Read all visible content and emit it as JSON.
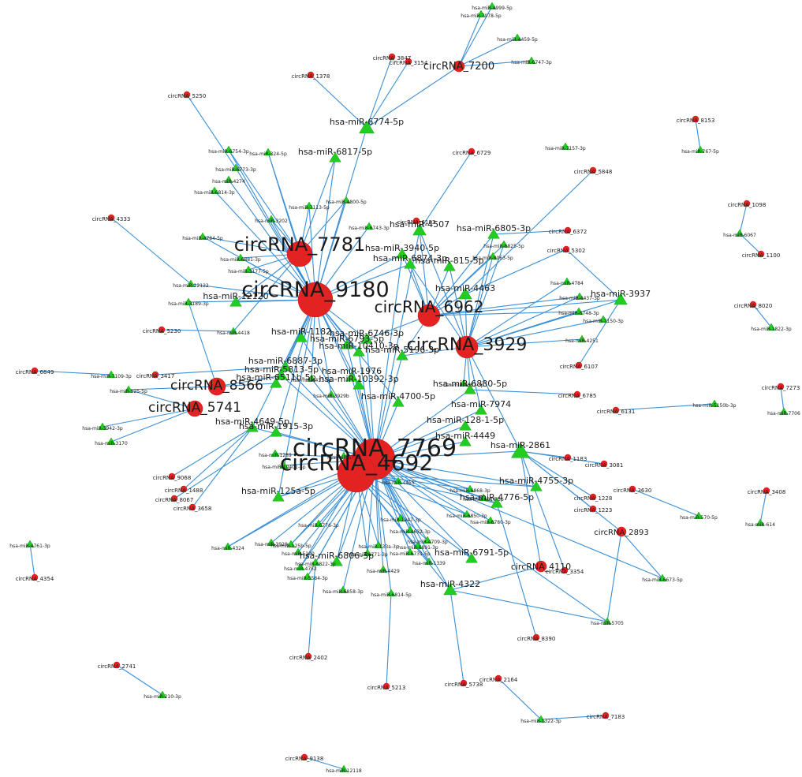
{
  "colors": {
    "edge": "#3a8fd6",
    "circRNA": "#e32222",
    "miRNA": "#22cc22"
  },
  "nodes": {
    "c9180": {
      "label": "circRNA_9180",
      "type": "circRNA",
      "hub": true
    },
    "c7769": {
      "label": "circRNA_7769",
      "type": "circRNA",
      "hub": true
    },
    "c4692": {
      "label": "circRNA_4692",
      "type": "circRNA",
      "hub": true
    },
    "c7781": {
      "label": "circRNA_7781",
      "type": "circRNA",
      "hub": true
    },
    "c3929": {
      "label": "circRNA_3929",
      "type": "circRNA",
      "hub": true
    },
    "c6962": {
      "label": "circRNA_6962",
      "type": "circRNA",
      "hub": true
    },
    "c8566": {
      "label": "circRNA_8566",
      "type": "circRNA",
      "hub": true
    },
    "c5741": {
      "label": "circRNA_5741",
      "type": "circRNA",
      "hub": true
    },
    "c7200": {
      "label": "circRNA_7200",
      "type": "circRNA",
      "hub": true
    },
    "c2893": {
      "label": "circRNA_2893",
      "type": "circRNA",
      "hub": true
    },
    "c4110": {
      "label": "circRNA_4110",
      "type": "circRNA",
      "hub": true
    },
    "c3847": {
      "label": "circRNA_3847",
      "type": "circRNA"
    },
    "c3154": {
      "label": "circRNA_3154",
      "type": "circRNA"
    },
    "c1378": {
      "label": "circRNA_1378",
      "type": "circRNA"
    },
    "c5250": {
      "label": "circRNA_5250",
      "type": "circRNA"
    },
    "c4333": {
      "label": "circRNA_4333",
      "type": "circRNA"
    },
    "c6729": {
      "label": "circRNA_6729",
      "type": "circRNA"
    },
    "c5848": {
      "label": "circRNA_5848",
      "type": "circRNA"
    },
    "c6183": {
      "label": "circRNA_6183",
      "type": "circRNA"
    },
    "c6372": {
      "label": "circRNA_6372",
      "type": "circRNA"
    },
    "c5302": {
      "label": "circRNA_5302",
      "type": "circRNA"
    },
    "c5230": {
      "label": "circRNA_5230",
      "type": "circRNA"
    },
    "c3417": {
      "label": "circRNA_3417",
      "type": "circRNA"
    },
    "c6849": {
      "label": "circRNA_6849",
      "type": "circRNA"
    },
    "c6107": {
      "label": "circRNA_6107",
      "type": "circRNA"
    },
    "c6785": {
      "label": "circRNA_6785",
      "type": "circRNA"
    },
    "c6131": {
      "label": "circRNA_6131",
      "type": "circRNA"
    },
    "c1183": {
      "label": "circRNA_1183",
      "type": "circRNA"
    },
    "c3081": {
      "label": "circRNA_3081",
      "type": "circRNA"
    },
    "c9068": {
      "label": "circRNA_9068",
      "type": "circRNA"
    },
    "c1488": {
      "label": "circRNA_1488",
      "type": "circRNA"
    },
    "c8067": {
      "label": "circRNA_8067",
      "type": "circRNA"
    },
    "c3658": {
      "label": "circRNA_3658",
      "type": "circRNA"
    },
    "c1228": {
      "label": "circRNA_1228",
      "type": "circRNA"
    },
    "c1223": {
      "label": "circRNA_1223",
      "type": "circRNA"
    },
    "c3630": {
      "label": "circRNA_3630",
      "type": "circRNA"
    },
    "c3354": {
      "label": "circRNA_3354",
      "type": "circRNA"
    },
    "c8390": {
      "label": "circRNA_8390",
      "type": "circRNA"
    },
    "c2402": {
      "label": "circRNA_2402",
      "type": "circRNA"
    },
    "c5213": {
      "label": "circRNA_5213",
      "type": "circRNA"
    },
    "c5738": {
      "label": "circRNA_5738",
      "type": "circRNA"
    },
    "c2164": {
      "label": "circRNA_2164",
      "type": "circRNA"
    },
    "c7183": {
      "label": "circRNA_7183",
      "type": "circRNA"
    },
    "c8153": {
      "label": "circRNA_8153",
      "type": "circRNA"
    },
    "c1098": {
      "label": "circRNA_1098",
      "type": "circRNA"
    },
    "c1100": {
      "label": "circRNA_1100",
      "type": "circRNA"
    },
    "c8020": {
      "label": "circRNA_8020",
      "type": "circRNA"
    },
    "c7273": {
      "label": "circRNA_7273",
      "type": "circRNA"
    },
    "c3408": {
      "label": "circRNA_3408",
      "type": "circRNA"
    },
    "c4354": {
      "label": "circRNA_4354",
      "type": "circRNA"
    },
    "c2741": {
      "label": "circRNA_2741",
      "type": "circRNA"
    },
    "c9138": {
      "label": "circRNA_9138",
      "type": "circRNA"
    },
    "m6774": {
      "label": "hsa-miR-6774-5p",
      "type": "miRNA",
      "hub": true
    },
    "m4507": {
      "label": "hsa-miR-4507",
      "type": "miRNA",
      "hub": true
    },
    "m4463": {
      "label": "hsa-miR-4463",
      "type": "miRNA",
      "hub": true
    },
    "m3937": {
      "label": "hsa-miR-3937",
      "type": "miRNA",
      "hub": true
    },
    "m6817": {
      "label": "hsa-miR-6817-5p",
      "type": "miRNA",
      "hub": true
    },
    "m3940": {
      "label": "hsa-miR-3940-5p",
      "type": "miRNA",
      "hub": true
    },
    "m815": {
      "label": "hsa-miR-815-5p",
      "type": "miRNA",
      "hub": true
    },
    "m6874": {
      "label": "hsa-miR-6874-3p",
      "type": "miRNA",
      "hub": true
    },
    "m12120": {
      "label": "hsa-miR-12120",
      "type": "miRNA",
      "hub": true
    },
    "m1182": {
      "label": "hsa-miR-1182",
      "type": "miRNA",
      "hub": true
    },
    "m6746": {
      "label": "hsa-miR-6746-3p",
      "type": "miRNA",
      "hub": true
    },
    "m6793": {
      "label": "hsa-miR-6793-5p",
      "type": "miRNA",
      "hub": true
    },
    "m10410": {
      "label": "hsa-miR-10410-3p",
      "type": "miRNA",
      "hub": true
    },
    "m5196": {
      "label": "hsa-miR-5196-3p",
      "type": "miRNA",
      "hub": true
    },
    "m6887": {
      "label": "hsa-miR-6887-3p",
      "type": "miRNA",
      "hub": true
    },
    "m5813": {
      "label": "hsa-miR-5813-5p",
      "type": "miRNA",
      "hub": true
    },
    "m1976": {
      "label": "hsa-miR-1976",
      "type": "miRNA",
      "hub": true
    },
    "m10392": {
      "label": "hsa-miR-10392-3p",
      "type": "miRNA",
      "hub": true
    },
    "m6511": {
      "label": "hsa-miR-6511b-5p",
      "type": "miRNA",
      "hub": true
    },
    "m4700": {
      "label": "hsa-miR-4700-5p",
      "type": "miRNA",
      "hub": true
    },
    "m6880": {
      "label": "hsa-miR-6880-5p",
      "type": "miRNA",
      "hub": true
    },
    "m7974": {
      "label": "hsa-miR-7974",
      "type": "miRNA",
      "hub": true
    },
    "m128": {
      "label": "hsa-miR-128-1-5p",
      "type": "miRNA",
      "hub": true
    },
    "m4649": {
      "label": "hsa-miR-4649-5p",
      "type": "miRNA",
      "hub": true
    },
    "m1915": {
      "label": "hsa-miR-1915-3p",
      "type": "miRNA",
      "hub": true
    },
    "m4449": {
      "label": "hsa-miR-4449",
      "type": "miRNA",
      "hub": true
    },
    "m2861": {
      "label": "hsa-miR-2861",
      "type": "miRNA",
      "hub": true
    },
    "m4755": {
      "label": "hsa-miR-4755-3p",
      "type": "miRNA",
      "hub": true
    },
    "m4776": {
      "label": "hsa-miR-4776-5p",
      "type": "miRNA",
      "hub": true
    },
    "m125a": {
      "label": "hsa-miR-125a-5p",
      "type": "miRNA",
      "hub": true
    },
    "m6806": {
      "label": "hsa-miR-6806-3p",
      "type": "miRNA",
      "hub": true
    },
    "m6791": {
      "label": "hsa-miR-6791-5p",
      "type": "miRNA",
      "hub": true
    },
    "m4322": {
      "label": "hsa-miR-4322",
      "type": "miRNA",
      "hub": true
    },
    "m6805": {
      "label": "hsa-miR-6805-3p",
      "type": "miRNA",
      "hub": true
    },
    "s4999": {
      "label": "hsa-miR-4999-5p",
      "type": "miRNA"
    },
    "s7978": {
      "label": "hsa-miR-7978-5p",
      "type": "miRNA"
    },
    "s4459": {
      "label": "hsa-miR-4459-5p",
      "type": "miRNA"
    },
    "s6747": {
      "label": "hsa-miR-6747-3p",
      "type": "miRNA"
    },
    "s7157": {
      "label": "hsa-miR-7157-3p",
      "type": "miRNA"
    },
    "s767": {
      "label": "hsa-miR-767-5p",
      "type": "miRNA"
    },
    "s6067": {
      "label": "hsa-miR-6067",
      "type": "miRNA"
    },
    "s1822": {
      "label": "hsa-miR-1822-3p",
      "type": "miRNA"
    },
    "s7706": {
      "label": "hsa-miR-7706",
      "type": "miRNA"
    },
    "s614": {
      "label": "hsa-miR-614",
      "type": "miRNA"
    },
    "s4761": {
      "label": "hsa-miR-4761-3p",
      "type": "miRNA"
    },
    "s210": {
      "label": "hsa-miR-210-3p",
      "type": "miRNA"
    },
    "s12118": {
      "label": "hsa-miR-12118",
      "type": "miRNA"
    },
    "s6673": {
      "label": "hsa-miR-6673-5p",
      "type": "miRNA"
    },
    "s570": {
      "label": "hsa-miR-570-5p",
      "type": "miRNA"
    },
    "s5705": {
      "label": "hsa-miR-5705",
      "type": "miRNA"
    },
    "s5150": {
      "label": "hsa-miR-5150b-3p",
      "type": "miRNA"
    },
    "s7109": {
      "label": "hsa-miR-7109-3p",
      "type": "miRNA"
    },
    "s525": {
      "label": "hsa-miR-525-5p",
      "type": "miRNA"
    },
    "s3942": {
      "label": "hsa-miR-3942-3p",
      "type": "miRNA"
    },
    "s3170": {
      "label": "hsa-miR-3170",
      "type": "miRNA"
    },
    "s4324": {
      "label": "hsa-miR-4324",
      "type": "miRNA"
    },
    "s1322": {
      "label": "hsa-miR-1322-3p",
      "type": "miRNA"
    },
    "s6773": {
      "label": "hsa-miR-6773-3p",
      "type": "miRNA"
    },
    "s4274": {
      "label": "hsa-miR-4274",
      "type": "miRNA"
    },
    "s6814": {
      "label": "hsa-miR-6814-3p",
      "type": "miRNA"
    },
    "s4784": {
      "label": "hsa-miR-4784",
      "type": "miRNA"
    },
    "s4437": {
      "label": "hsa-miR-4437-3p",
      "type": "miRNA"
    },
    "s3177": {
      "label": "hsa-miR-3177-5p",
      "type": "miRNA"
    },
    "s12122": {
      "label": "hsa-miR-12122",
      "type": "miRNA"
    },
    "s4418": {
      "label": "hsa-miR-4418",
      "type": "miRNA"
    },
    "s6754": {
      "label": "hsa-miR-6754-3p",
      "type": "miRNA"
    },
    "s324": {
      "label": "hsa-miR-324-5p",
      "type": "miRNA"
    },
    "s4800": {
      "label": "hsa-miR-4800-5p",
      "type": "miRNA"
    },
    "s6743": {
      "label": "hsa-miR-6743-3p",
      "type": "miRNA"
    },
    "s6825": {
      "label": "hsa-miR-6825-5p",
      "type": "miRNA"
    },
    "s8063": {
      "label": "hsa-miR-8063-5p",
      "type": "miRNA"
    },
    "s4784b": {
      "label": "hsa-miR-4784-5p",
      "type": "miRNA"
    },
    "s7113": {
      "label": "hsa-miR-7113-5p",
      "type": "miRNA"
    },
    "s6881": {
      "label": "hsa-miR-6881-3p",
      "type": "miRNA"
    },
    "s3202": {
      "label": "hsa-miR-3202",
      "type": "miRNA"
    },
    "s3189": {
      "label": "hsa-miR-3189-3p",
      "type": "miRNA"
    },
    "s6748": {
      "label": "hsa-miR-6748-3p",
      "type": "miRNA"
    },
    "s7150": {
      "label": "hsa-miR-7150-3p",
      "type": "miRNA"
    },
    "s4251": {
      "label": "hsa-miR-4251",
      "type": "miRNA"
    },
    "s4687": {
      "label": "hsa-miR-4687-3p",
      "type": "miRNA"
    },
    "s6816": {
      "label": "hsa-miR-6816-5p",
      "type": "miRNA"
    },
    "s6780": {
      "label": "hsa-miR-6780-3p",
      "type": "miRNA"
    },
    "s1247": {
      "label": "hsa-miR-1247-3p",
      "type": "miRNA"
    },
    "s6776": {
      "label": "hsa-miR-6776-3p",
      "type": "miRNA"
    },
    "s133": {
      "label": "hsa-miR-133a-3p",
      "type": "miRNA"
    },
    "s1339": {
      "label": "hsa-miR-1339",
      "type": "miRNA"
    },
    "s6771": {
      "label": "hsa-miR-6771-3p",
      "type": "miRNA"
    },
    "s4752": {
      "label": "hsa-miR-4752",
      "type": "miRNA"
    },
    "s5100": {
      "label": "hsa-miR-5100",
      "type": "miRNA"
    },
    "s6814b": {
      "label": "hsa-miR-6814-5p",
      "type": "miRNA"
    },
    "s4429": {
      "label": "hsa-miR-4429",
      "type": "miRNA"
    },
    "s3929": {
      "label": "hsa-miR-3929",
      "type": "miRNA"
    },
    "s6891": {
      "label": "hsa-miR-6891-3p",
      "type": "miRNA"
    },
    "s5584": {
      "label": "hsa-miR-5584-3p",
      "type": "miRNA"
    },
    "s6822": {
      "label": "hsa-miR-6822-3p",
      "type": "miRNA"
    },
    "s10401": {
      "label": "hsa-miR-10401-3p",
      "type": "miRNA"
    },
    "s4709": {
      "label": "hsa-miR-4709-3p",
      "type": "miRNA"
    },
    "s1289": {
      "label": "hsa-miR-1289",
      "type": "miRNA"
    },
    "s125b": {
      "label": "hsa-miR-125b-5p",
      "type": "miRNA"
    },
    "s6858": {
      "label": "hsa-miR-6858-3p",
      "type": "miRNA"
    },
    "s6850": {
      "label": "hsa-miR-6850-3p",
      "type": "miRNA"
    },
    "s5739": {
      "label": "hsa-miR-5739",
      "type": "miRNA"
    },
    "s6868": {
      "label": "hsa-miR-6868-3p",
      "type": "miRNA"
    },
    "s4632": {
      "label": "hsa-miR-4632-3p",
      "type": "miRNA"
    },
    "s6731": {
      "label": "hsa-miR-6731-5p",
      "type": "miRNA"
    },
    "s3929b": {
      "label": "hsa-miR-3929b",
      "type": "miRNA"
    },
    "s4433": {
      "label": "hsa-miR-4433-3p",
      "type": "miRNA"
    },
    "s4455": {
      "label": "hsa-miR-4455",
      "type": "miRNA"
    }
  }
}
